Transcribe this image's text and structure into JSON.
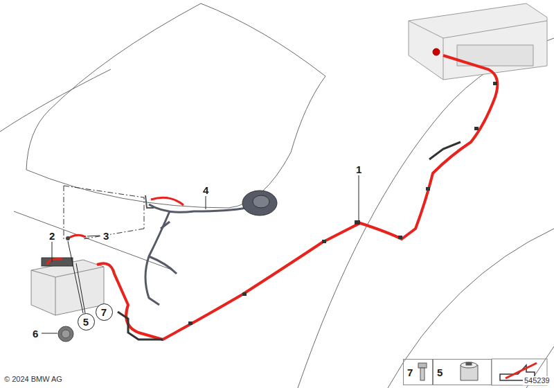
{
  "diagram": {
    "nodes": [
      {
        "text": [
          "5"
        ]
      },
      {
        "text": [
          "7"
        ]
      },
      {
        "text": [
          "7"
        ]
      },
      {
        "text": [
          "5"
        ]
      }
    ],
    "labels": [
      "1",
      "2",
      "3",
      "4",
      "6",
      "© 2024 BMW AG",
      "545239"
    ]
  }
}
